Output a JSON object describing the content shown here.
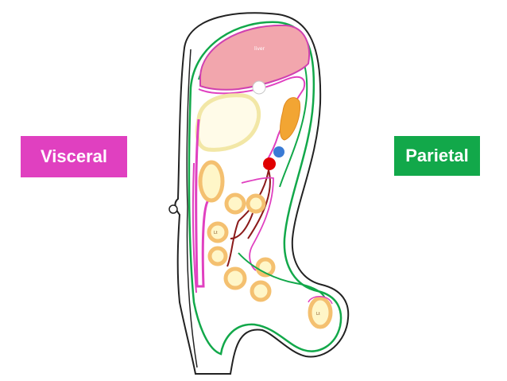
{
  "labels": {
    "visceral": "Visceral",
    "parietal": "Parietal"
  },
  "structures": {
    "liver": "liver",
    "bowel_label_1": "Lt",
    "bowel_label_2": "Lt"
  },
  "colors": {
    "visceral": "#e040c0",
    "parietal": "#12a84a",
    "liver_fill": "#f2a6ad",
    "liver_outline": "#d040b0",
    "outer_outline": "#222222",
    "loop_fill": "#fff6c8",
    "loop_ring": "#f4c070",
    "vessel_red": "#e00000",
    "vessel_blue": "#3a7bd5",
    "orange_organ": "#f2a533",
    "mesentery": "#8b1a1a"
  }
}
